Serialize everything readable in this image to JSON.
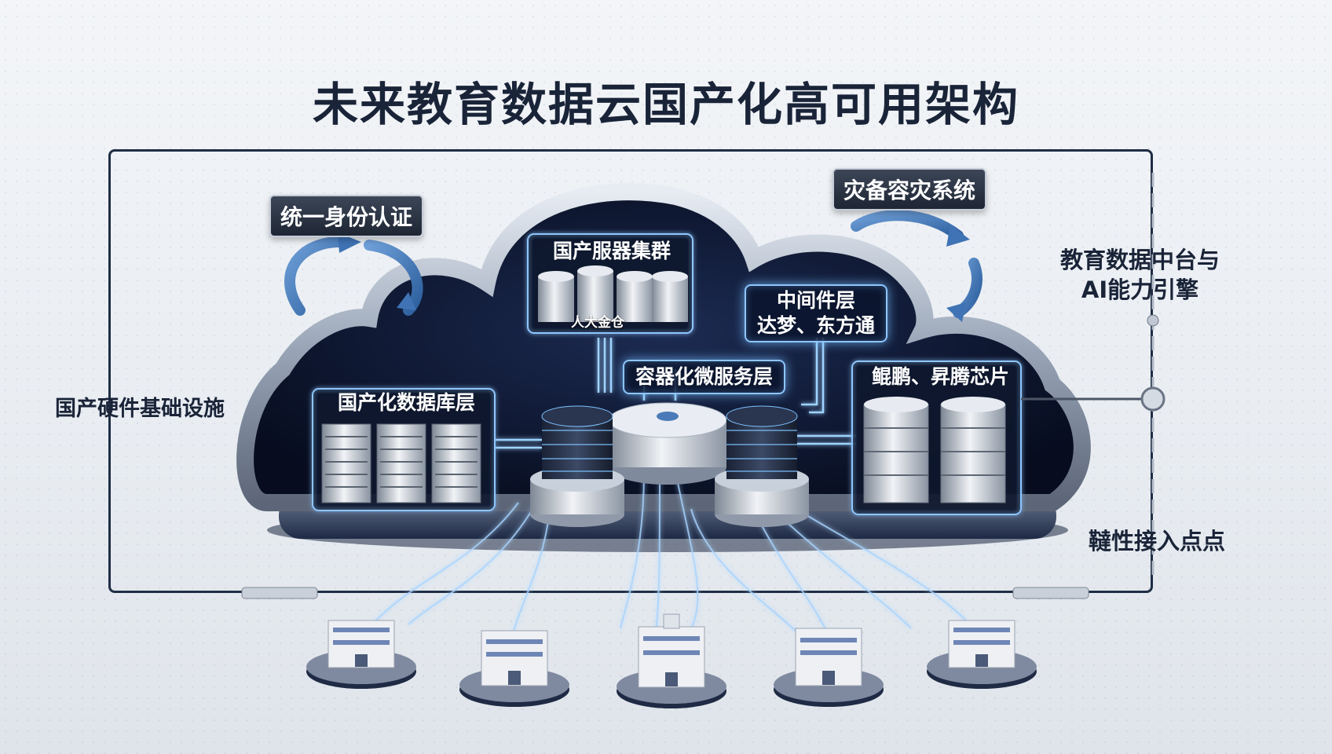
{
  "title": "未来教育数据云国产化高可用架构",
  "labels": {
    "left_side": "国产硬件基础设施",
    "right_top_line1": "教育数据中台与",
    "right_top_line2": "AI能力引擎",
    "right_bottom": "韃性接入点点",
    "auth": "统一身份认证",
    "disaster": "灾备容灾系统",
    "server_cluster": "国产服器集群",
    "server_sub": "人大金仓",
    "middleware_line1": "中间件层",
    "middleware_line2": "达梦、东方通",
    "container": "容器化微服务层",
    "chips": "鲲鹏、昇腾芯片",
    "database": "国产化数据库层"
  },
  "colors": {
    "frame": "#1f2d44",
    "cloud_dark": "#0b1329",
    "glow": "#8ec6ff",
    "title": "#1a2438"
  },
  "icons": [
    "cycle-arrow-icon",
    "server-stack-icon",
    "rack-server-icon",
    "school-building-icon"
  ]
}
